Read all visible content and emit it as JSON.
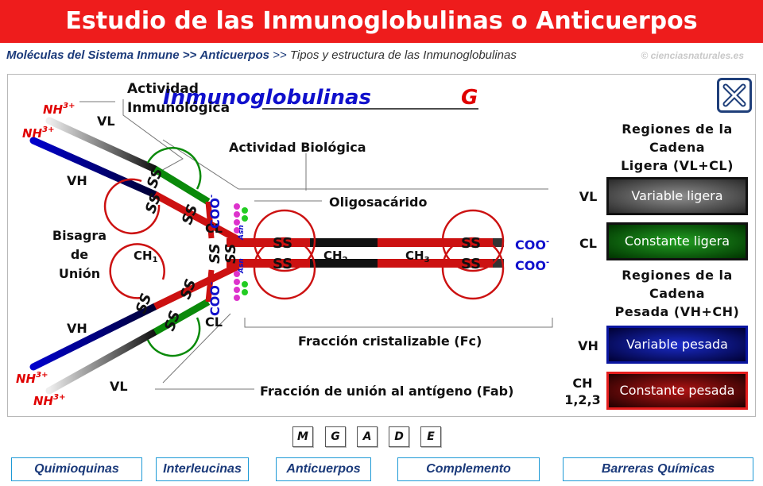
{
  "page_title": "Estudio de las Inmunoglobulinas o Anticuerpos",
  "breadcrumb": {
    "link1": "Moléculas del Sistema Inmune",
    "sep1": ">>",
    "link2": "Anticuerpos",
    "sep2": ">>",
    "current": "Tipos y estructura de las Inmunoglobulinas"
  },
  "watermark": "© cienciasnaturales.es",
  "close_icon": "close-x-icon",
  "diagram": {
    "title_main": "Inmunoglobulinas",
    "title_letter": "G",
    "actividad_inmunologica_1": "Actividad",
    "actividad_inmunologica_2": "Inmunológica",
    "actividad_biologica": "Actividad Biológica",
    "oligosacarido": "Oligosacárido",
    "bisagra_1": "Bisagra",
    "bisagra_2": "de",
    "bisagra_3": "Unión",
    "vl": "VL",
    "vh": "VH",
    "cl": "CL",
    "ch1": "CH",
    "ch1_sub": "1",
    "ch2": "CH",
    "ch2_sub": "2",
    "ch3": "CH",
    "ch3_sub": "3",
    "nh3": "NH",
    "nh3_sup": "3+",
    "coo": "COO",
    "coo_sup": "-",
    "ss": "SS",
    "asn": "Asn",
    "fc": "Fracción cristalizable  (Fc)",
    "fab": "Fracción de unión al antígeno (Fab)",
    "colors": {
      "heavy_const": "#cc1111",
      "heavy_var": "#1a1acc",
      "light_const": "#0a8a0a",
      "light_var": "#333333",
      "label_red": "#e00000",
      "label_blue": "#1010cc"
    }
  },
  "legend": {
    "light_heading": "Regiones de la Cadena Ligera (VL+CL)",
    "light_heading_l1": "Regiones de la",
    "light_heading_l2": "Cadena",
    "light_heading_l3": "Ligera (VL+CL)",
    "vl_key": "VL",
    "vl_label": "Variable ligera",
    "cl_key": "CL",
    "cl_label": "Constante ligera",
    "heavy_heading_l1": "Regiones de la",
    "heavy_heading_l2": "Cadena",
    "heavy_heading_l3": "Pesada (VH+CH)",
    "vh_key": "VH",
    "vh_label": "Variable pesada",
    "ch_key_1": "CH",
    "ch_key_2": "1,2,3",
    "ch_label": "Constante pesada"
  },
  "letter_buttons": [
    "M",
    "G",
    "A",
    "D",
    "E"
  ],
  "nav_buttons": [
    "Quimioquinas",
    "Interleucinas",
    "Anticuerpos",
    "Complemento",
    "Barreras Químicas"
  ]
}
